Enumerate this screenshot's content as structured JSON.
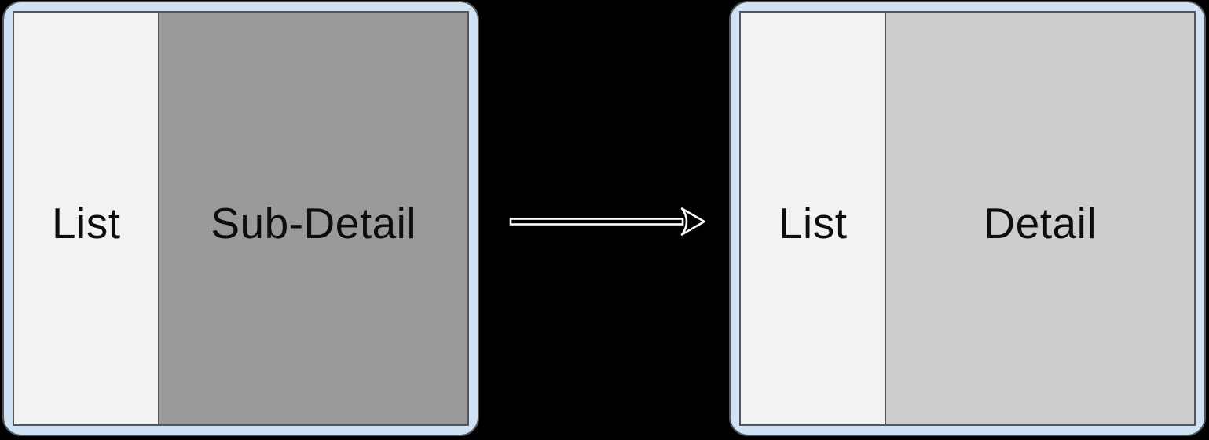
{
  "diagram": {
    "background": "#000000",
    "text_color": "#0d0d0d",
    "arrow": {
      "meaning": "transforms-to",
      "color": "#ffffff"
    },
    "panels": [
      {
        "id": "before",
        "frame_color": "#cfe2f3",
        "panes": [
          {
            "label": "List",
            "background": "#f1f2f2"
          },
          {
            "label": "Sub-Detail",
            "background": "#9a9a9a"
          }
        ]
      },
      {
        "id": "after",
        "frame_color": "#cfe2f3",
        "panes": [
          {
            "label": "List",
            "background": "#f1f2f2"
          },
          {
            "label": "Detail",
            "background": "#cdcdcd"
          }
        ]
      }
    ]
  }
}
